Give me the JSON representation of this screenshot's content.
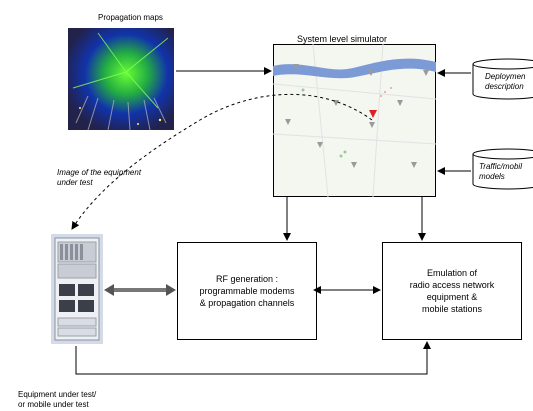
{
  "labels": {
    "propagation_maps": "Propagation maps",
    "system_level_simulator": "System level simulator",
    "image_of_equipment": "Image of the equipment\nunder test",
    "equipment_under_test": "Equipment under test/\nor mobile under test"
  },
  "boxes": {
    "rf_generation": "RF generation :\nprogrammable modems\n& propagation channels",
    "emulation": "Emulation of\nradio access network\nequipment &\nmobile stations"
  },
  "databases": {
    "deployment": "Deploymen\ndescription",
    "traffic": "Traffic/mobil\nmodels"
  }
}
